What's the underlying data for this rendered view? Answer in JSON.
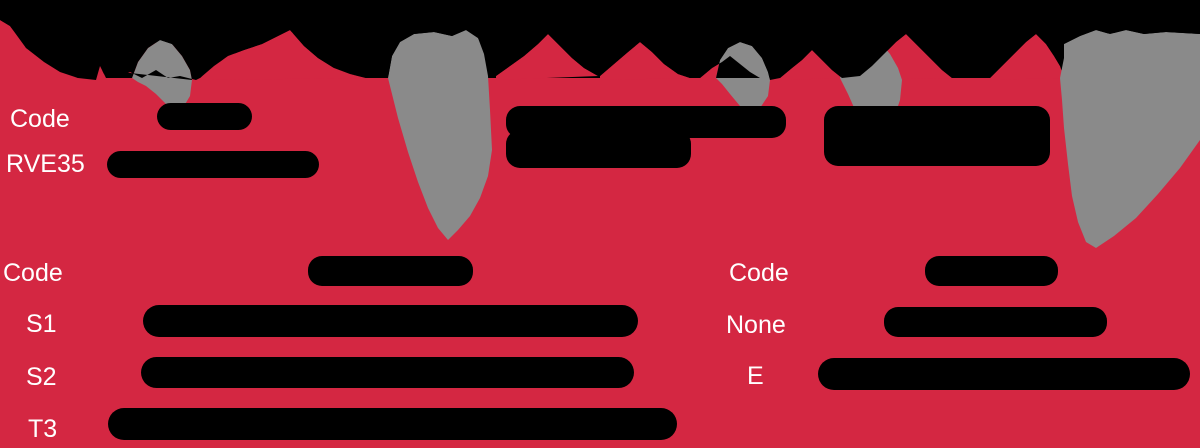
{
  "document": {
    "type": "redacted-form",
    "background_color": "#d42742",
    "redaction_color": "#000000",
    "secondary_redaction_color": "#8a8a8a",
    "label_color": "#ffffff"
  },
  "sections": [
    {
      "name": "upper-section",
      "rows": [
        {
          "label": "Code",
          "value": "[REDACTED]"
        },
        {
          "label": "RVE35",
          "value": "[REDACTED]"
        }
      ],
      "extra_redactions": [
        "[REDACTED]",
        "[REDACTED]",
        "[REDACTED]",
        "[REDACTED]"
      ]
    },
    {
      "name": "lower-left-section",
      "rows": [
        {
          "label": "Code",
          "value": "[REDACTED]"
        },
        {
          "label": "S1",
          "value": "[REDACTED]"
        },
        {
          "label": "S2",
          "value": "[REDACTED]"
        },
        {
          "label": "T3",
          "value": "[REDACTED]"
        }
      ]
    },
    {
      "name": "lower-right-section",
      "rows": [
        {
          "label": "Code",
          "value": "[REDACTED]"
        },
        {
          "label": "None",
          "value": "[REDACTED]"
        },
        {
          "label": "E",
          "value": "[REDACTED]"
        }
      ]
    }
  ],
  "labels": {
    "upper_code": "Code",
    "upper_rve35": "RVE35",
    "lower_left_code": "Code",
    "lower_left_s1": "S1",
    "lower_left_s2": "S2",
    "lower_left_t3": "T3",
    "lower_right_code": "Code",
    "lower_right_none": "None",
    "lower_right_e": "E"
  }
}
